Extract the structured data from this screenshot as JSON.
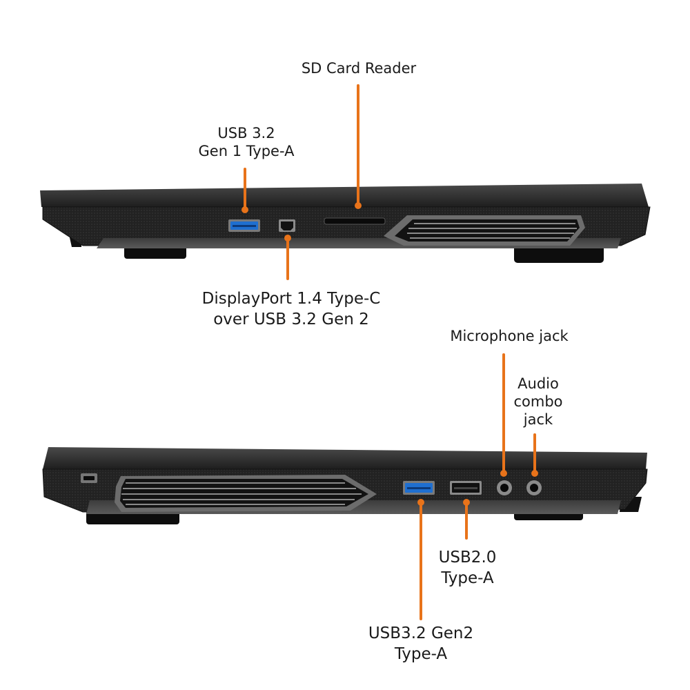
{
  "accent_color": "#e8731a",
  "left_side_view": {
    "callouts": {
      "sd_card_reader": {
        "lines": [
          "SD Card Reader"
        ]
      },
      "usb32_gen1": {
        "lines": [
          "USB 3.2",
          "Gen 1 Type-A"
        ]
      },
      "displayport": {
        "lines": [
          "DisplayPort 1.4 Type-C",
          "over USB 3.2 Gen 2"
        ]
      }
    }
  },
  "right_side_view": {
    "callouts": {
      "microphone_jack": {
        "lines": [
          "Microphone jack"
        ]
      },
      "audio_combo_jack": {
        "lines": [
          "Audio",
          "combo",
          "jack"
        ]
      },
      "usb20": {
        "lines": [
          "USB2.0",
          "Type-A"
        ]
      },
      "usb32_gen2": {
        "lines": [
          "USB3.2 Gen2",
          "Type-A"
        ]
      }
    }
  },
  "icons": {
    "usb_port": "usb-port-icon",
    "sd_slot": "sd-card-slot-icon",
    "mini_dp": "mini-displayport-icon",
    "audio_jack": "audio-jack-icon",
    "lock_slot": "kensington-lock-icon"
  }
}
